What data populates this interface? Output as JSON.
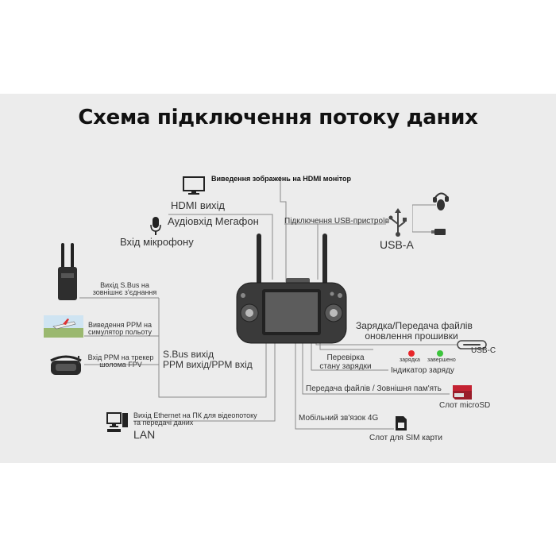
{
  "title": "Схема підключення потоку даних",
  "labels": {
    "hdmi_output_display": "Виведення зображень на HDMI монітор",
    "hdmi_out": "HDMI вихід",
    "audio_in": "Аудіовхід Мегафон",
    "mic_in": "Вхід мікрофону",
    "usb_devices": "Підключення USB-пристроїв",
    "usb_a": "USB-A",
    "sbus_out_line1": "Вихід S.Bus на",
    "sbus_out_line2": "зовнішнє з'єднання",
    "ppm_out_line1": "Виведення PPM на",
    "ppm_out_line2": "симулятор польоту",
    "ppm_in_line1": "Вхід PPM на трекер",
    "ppm_in_line2": "шолома FPV",
    "sbus_ports_line1": "S.Bus вихід",
    "sbus_ports_line2": "PPM вихід/PPM вхід",
    "ethernet_line1": "Вихід Ethernet на ПК для відеопотоку",
    "ethernet_line2": "та передачі даних",
    "lan": "LAN",
    "charge_line1": "Зарядка/Передача файлів",
    "charge_line2": "оновлення прошивки",
    "usb_c": "USB-C",
    "charging": "зарядка",
    "charged": "завершено",
    "check_line1": "Перевірка",
    "check_line2": "стану зарядки",
    "charge_indicator": "Індикатор заряду",
    "file_transfer": "Передача файлів / Зовнішня пам'ять",
    "microsd_slot": "Слот microSD",
    "mobile_4g": "Мобільний зв'язок 4G",
    "sim_slot": "Слот для SIM карти"
  },
  "colors": {
    "background": "#ececec",
    "line": "#8a8a8a",
    "charging_led": "#e8262b",
    "charged_led": "#3cc43c"
  },
  "icons": [
    "monitor-icon",
    "microphone-icon",
    "usb-icon",
    "headset-icon",
    "mouse-icon",
    "usb-stick-icon",
    "radio-module-icon",
    "flight-simulator-icon",
    "fpv-goggles-icon",
    "computer-icon",
    "usb-c-port-icon",
    "microsd-card-icon",
    "sim-card-icon",
    "remote-controller-icon"
  ]
}
